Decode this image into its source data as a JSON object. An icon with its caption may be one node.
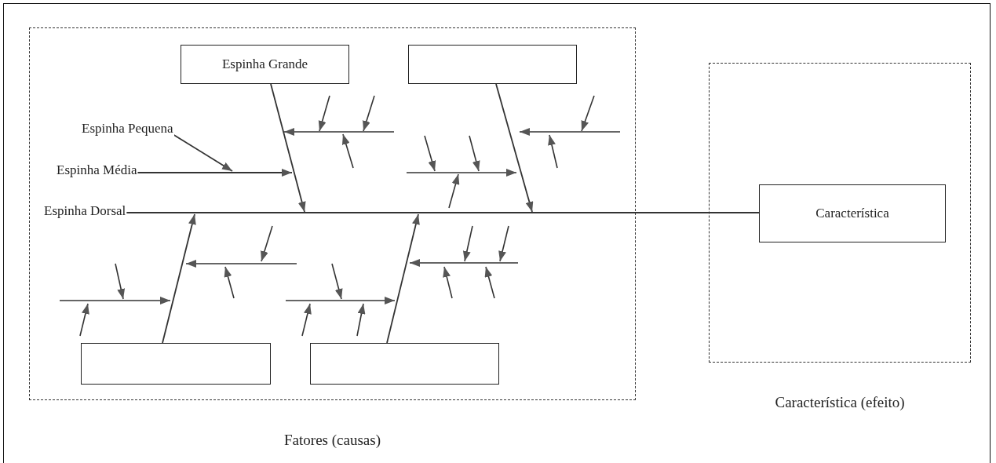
{
  "diagram": {
    "nodes": [
      {
        "text": [
          "Fatores (causas)"
        ]
      },
      {
        "text": [
          "Espinha Grande"
        ],
        "in": 0
      },
      {
        "text": [],
        "shape": "box",
        "in": 0
      },
      {
        "text": [
          "Espinha Pequena"
        ],
        "in": 0
      },
      {
        "text": [
          "Espinha Média"
        ],
        "in": 0
      },
      {
        "text": [
          "Espinha Dorsal"
        ],
        "in": 0
      },
      {
        "text": [],
        "shape": "box",
        "in": 0
      },
      {
        "text": [],
        "shape": "box",
        "in": 0
      },
      {
        "text": [
          "Característica (efeito)"
        ]
      },
      {
        "text": [
          "Característica"
        ],
        "in": 8
      }
    ],
    "edges": [
      {
        "from": 1,
        "to": null,
        "arrow": "to"
      },
      {
        "from": 2,
        "to": null,
        "arrow": "to"
      },
      {
        "from": 6,
        "to": null,
        "arrow": "to"
      },
      {
        "from": 7,
        "to": null,
        "arrow": "to"
      },
      {
        "from": 5,
        "to": 9,
        "arrow": "none"
      },
      {
        "from": 4,
        "to": null,
        "arrow": "to"
      },
      {
        "from": 3,
        "to": null,
        "arrow": "to"
      }
    ]
  }
}
